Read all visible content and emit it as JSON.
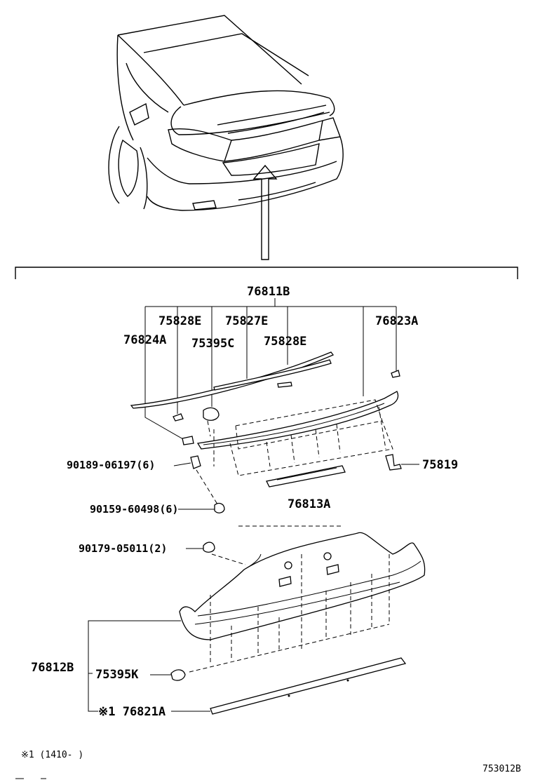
{
  "labels": {
    "part_76811B": "76811B",
    "part_75828E_left": "75828E",
    "part_75827E": "75827E",
    "part_76823A": "76823A",
    "part_76824A": "76824A",
    "part_75395C": "75395C",
    "part_75828E_right": "75828E",
    "part_90189_06197": "90189-06197(6)",
    "part_75819": "75819",
    "part_76813A": "76813A",
    "part_90159_60498": "90159-60498(6)",
    "part_90179_05011": "90179-05011(2)",
    "part_76812B": "76812B",
    "part_75395K": "75395K",
    "part_76821A": "※1 76821A",
    "footnote": "※1 (1410-    )",
    "diagram_code": "753012B"
  }
}
